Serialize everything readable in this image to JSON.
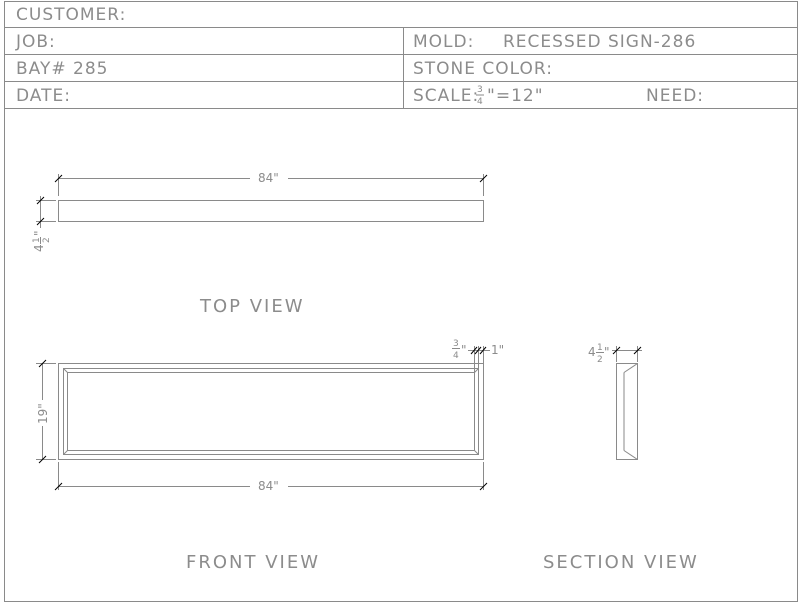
{
  "title_block": {
    "customer_label": "CUSTOMER:",
    "job_label": "JOB:",
    "bay_label": "BAY# 285",
    "date_label": "DATE:",
    "mold_label": "MOLD:",
    "mold_value": "RECESSED SIGN-286",
    "stone_color_label": "STONE COLOR:",
    "scale_label": "SCALE:",
    "scale_num": "3",
    "scale_den": "4",
    "scale_rest": "\"=12\"",
    "need_label": "NEED:"
  },
  "top_view": {
    "label": "TOP VIEW",
    "length_dim": "84\"",
    "depth_whole": "4",
    "depth_num": "1",
    "depth_den": "2",
    "depth_inch": "\""
  },
  "front_view": {
    "label": "FRONT VIEW",
    "length_dim": "84\"",
    "height_dim": "19\"",
    "small_num": "3",
    "small_den": "4",
    "small_inch": "\"",
    "border_dim": "1\""
  },
  "section_view": {
    "label": "SECTION VIEW",
    "depth_whole": "4",
    "depth_num": "1",
    "depth_den": "2",
    "depth_inch": "\""
  },
  "colors": {
    "line": "#8a8a8a",
    "text": "#8c8c8c",
    "background": "#ffffff"
  }
}
